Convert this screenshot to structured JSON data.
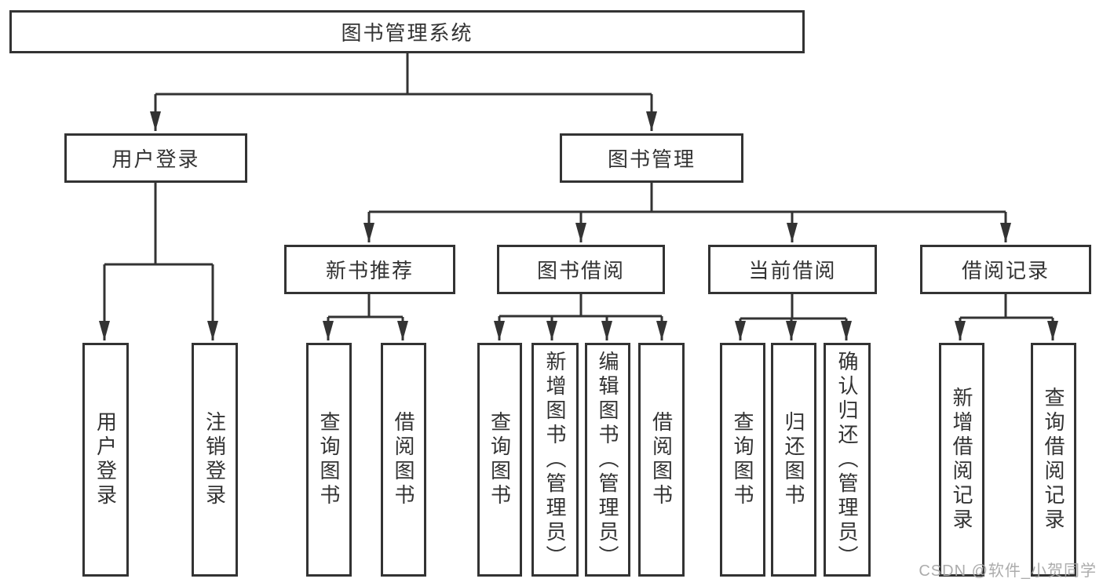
{
  "tree": {
    "label": "图书管理系统",
    "children": [
      {
        "label": "用户登录",
        "children": [
          {
            "label": "用户登录"
          },
          {
            "label": "注销登录"
          }
        ]
      },
      {
        "label": "图书管理",
        "children": [
          {
            "label": "新书推荐",
            "children": [
              {
                "label": "查询图书"
              },
              {
                "label": "借阅图书"
              }
            ]
          },
          {
            "label": "图书借阅",
            "children": [
              {
                "label": "查询图书"
              },
              {
                "label": "新增图书（管理员）"
              },
              {
                "label": "编辑图书（管理员）"
              },
              {
                "label": "借阅图书"
              }
            ]
          },
          {
            "label": "当前借阅",
            "children": [
              {
                "label": "查询图书"
              },
              {
                "label": "归还图书"
              },
              {
                "label": "确认归还（管理员）"
              }
            ]
          },
          {
            "label": "借阅记录",
            "children": [
              {
                "label": "新增借阅记录"
              },
              {
                "label": "查询借阅记录"
              }
            ]
          }
        ]
      }
    ]
  },
  "watermark": "CSDN @软件_小贺同学",
  "colors": {
    "line": "#333333",
    "box_border": "#333333",
    "text": "#333333",
    "watermark": "#a8a8a8",
    "background": "#ffffff"
  }
}
